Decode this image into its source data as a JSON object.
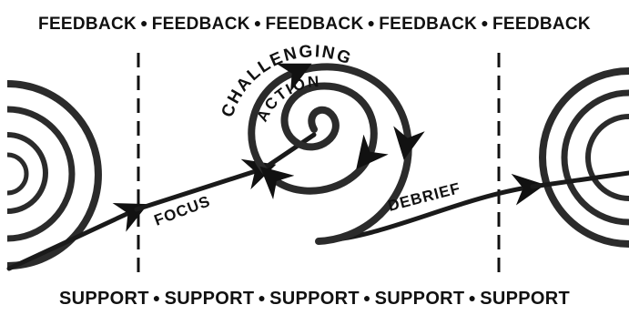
{
  "top_band": {
    "words": [
      "FEEDBACK",
      "FEEDBACK",
      "FEEDBACK",
      "FEEDBACK",
      "FEEDBACK"
    ],
    "separator": "●"
  },
  "bottom_band": {
    "words": [
      "SUPPORT",
      "SUPPORT",
      "SUPPORT",
      "SUPPORT",
      "SUPPORT"
    ],
    "separator": "●"
  },
  "labels": {
    "focus": "FOCUS",
    "challenging": "CHALLENGING",
    "action": "ACTION",
    "debrief": "DEBRIEF"
  },
  "colors": {
    "ink": "#111111",
    "spiral": "#2b2b2b"
  }
}
